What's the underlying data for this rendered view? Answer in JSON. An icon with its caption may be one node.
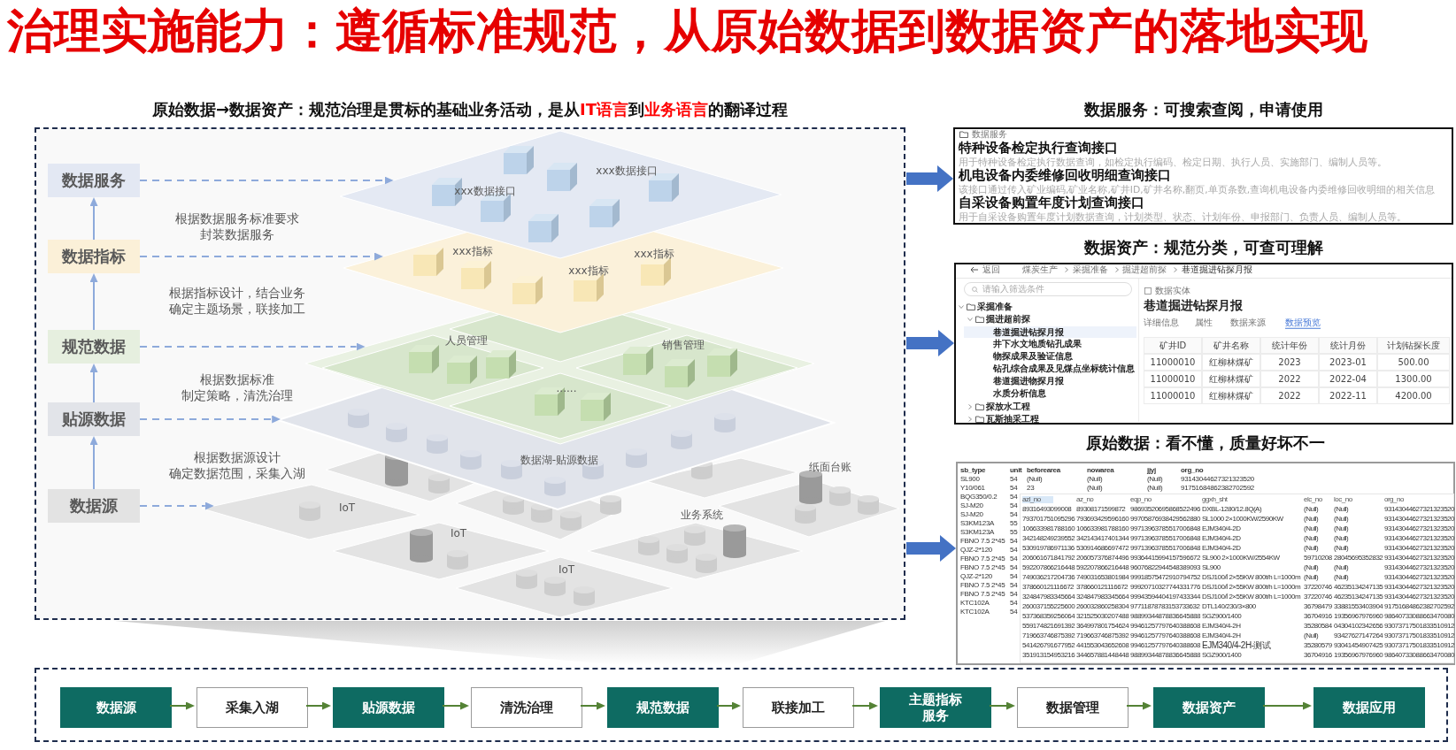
{
  "diagram": {
    "title": "治理实施能力：遵循标准规范，从原始数据到数据资产的落地实现",
    "nodes": [
      {
        "text": [
          "原始数据→数据资产：规范治理是贯标的基础业务活动，是从**IT语言**到**业务语言**的翻译过程"
        ]
      },
      {
        "text": [
          "数据服务"
        ],
        "in": 0
      },
      {
        "text": [
          "数据指标"
        ],
        "in": 0
      },
      {
        "text": [
          "规范数据"
        ],
        "in": 0
      },
      {
        "text": [
          "贴源数据"
        ],
        "in": 0
      },
      {
        "text": [
          "数据源"
        ],
        "in": 0
      },
      {
        "text": [
          "xxx数据接口",
          "xxx数据接口"
        ],
        "in": 0
      },
      {
        "text": [
          "xxx指标",
          "xxx指标",
          "xxx指标"
        ],
        "in": 0
      },
      {
        "text": [],
        "shape": "diamond",
        "in": 0
      },
      {
        "text": [],
        "shape": "diamond",
        "in": 8
      },
      {
        "text": [
          "人员管理"
        ],
        "in": 8
      },
      {
        "text": [
          "销售管理"
        ],
        "in": 8
      },
      {
        "text": [
          "......"
        ]
      },
      {
        "text": [
          "数据湖-贴源数据"
        ],
        "in": 0
      },
      {
        "text": [
          "IoT"
        ],
        "in": 0
      },
      {
        "text": [],
        "shape": "diamond",
        "in": 0
      },
      {
        "text": [],
        "shape": "diamond",
        "in": 0
      },
      {
        "text": [],
        "shape": "diamond",
        "in": 0
      },
      {
        "text": [
          "纸面台账"
        ],
        "in": 0
      },
      {
        "text": [
          "IoT"
        ],
        "in": 0
      },
      {
        "text": [
          "业务系统"
        ],
        "in": 0
      },
      {
        "text": [
          "IoT"
        ],
        "in": 0
      },
      {
        "text": [
          "数据服务：可搜索查阅，申请使用",
          "数据服务",
          "特种设备检定执行查询接口",
          "用于特种设备检定执行数据查询，如检定执行编码、检定日期、执行人员、实施部门、编制人员等。",
          "机电设备内委维修回收明细查询接口",
          "该接口通过传入矿业编码,矿业名称,矿井ID,矿井名称,翻页,单页条数,查询机电设备内委维修回收明细的相关信息",
          "自采设备购置年度计划查询接口",
          "用于自采设备购置年度计划数据查询，计划类型、状态、计划年份、申报部门、负责人员、编制人员等。"
        ]
      },
      {
        "text": [
          "数据资产：规范分类，可查可理解",
          "返回",
          "煤炭生产",
          "采掘准备",
          "掘进超前探",
          "巷道掘进钻探月报",
          "请输入筛选条件",
          "采掘准备",
          "掘进超前探",
          "巷道掘进钻探月报",
          "井下水文地质钻孔成果",
          "物探成果及验证信息",
          "钻孔综合成果及见煤点坐标统计信息",
          "巷道掘进物探月报",
          "水质分析信息",
          "探放水工程",
          "瓦斯抽采工程",
          "数据实体",
          "巷道掘进钻探月报",
          "详细信息",
          "属性",
          "数据来源",
          "数据预览",
          "矿井ID",
          "矿井名称",
          "统计年份",
          "统计月份",
          "计划钻探长度",
          "11000010",
          "红柳林煤矿",
          "2023",
          "2023-01",
          "500.00",
          "11000010",
          "红柳林煤矿",
          "2022",
          "2022-04",
          "1300.00",
          "11000010",
          "红柳林煤矿",
          "2022",
          "2022-11",
          "4200.00"
        ]
      },
      {
        "text": [
          "原始数据：看不懂，质量好坏不一",
          "sb_type",
          "unit",
          "beforearea",
          "nowarea",
          "jjyj",
          "org_no",
          "SL900",
          "54",
          "(Null)",
          "(Null)",
          "(Null)",
          "93143044627321323520",
          "Y10/061",
          "54",
          "23",
          "(Null)",
          "(Null)",
          "91751684862382702592",
          "BQG350/0.2",
          "54",
          "SJ-M20",
          "54",
          "SJ-M20",
          "54",
          "S3KM123A",
          "55",
          "S3KM123A",
          "55",
          "FBNO 7.5 2*45",
          "54",
          "QJZ-2*120",
          "54",
          "FBNO 7.5 2*45",
          "54",
          "FBNO 7.5 2*45",
          "54",
          "QJZ-2*120",
          "54",
          "FBNO 7.5 2*45",
          "54",
          "FBNO 7.5 2*45",
          "54",
          "KTC102A",
          "54",
          "KTC102A",
          "54",
          "azl_no",
          "az_no",
          "eqp_no",
          "ggxh_sht",
          "elc_no",
          "loc_no",
          "org_no",
          "89316493099008",
          "89308171599872",
          "98693520695868522496",
          "DXBL-1280/12.8Q(A)",
          "(Null)",
          "(Null)",
          "93143044627321323520",
          "793701751095296",
          "793693429596160",
          "99705876938429562880",
          "SL1000 2×1000KW/2590KW",
          "(Null)",
          "(Null)",
          "93143044627321323520",
          "106633981788160",
          "106633981788160",
          "99713963785517006848",
          "EJM340/4-2D",
          "(Null)",
          "(Null)",
          "93143044627321323520",
          "342148249239552",
          "342143417401344",
          "99713963785517006848",
          "EJM340/4-2D",
          "(Null)",
          "(Null)",
          "93143044627321323520",
          "530919786971136",
          "530914686697472",
          "99713963785517006848",
          "EJM340/4-2D",
          "(Null)",
          "(Null)",
          "93143044627321323520",
          "206061671841792",
          "206057376874496",
          "99364415994157596672",
          "SL900 2×1000KW/2554KW",
          "59710208",
          "28045695352832",
          "93143044627321323520",
          "592207866216448",
          "592207866216448",
          "96076822944548389093",
          "SL900",
          "(Null)",
          "(Null)",
          "93143044627321323520",
          "749036217204736",
          "749031653801984",
          "99918575472910794752",
          "DSJ100/Ⅰ 2×55KW 800t/h L=1000m",
          "(Null)",
          "(Null)",
          "93143044627321323520",
          "378660121116672",
          "378660121116672",
          "99920710327744331776",
          "DSJ100/Ⅰ 2×55KW 800t/h L=1000m",
          "37220746",
          "46235134247135",
          "93143044627321323520",
          "324847983345664",
          "324847983345664",
          "99943594404197433344",
          "DSJ100/Ⅰ 2×55KW 800t/h L=1000m",
          "37220746",
          "46235134247135",
          "93143044627321323520",
          "260037155225600",
          "260032860258304",
          "97711878783153733632",
          "DTL140/230/3×800",
          "36798479",
          "33881553403904",
          "91751684862382702592",
          "537368359256064",
          "321525030207488",
          "98899344878836645888",
          "SGZ900/1400",
          "36704916",
          "19356967976960",
          "98640733088663470080",
          "559174821691392",
          "364997801754624",
          "99461257797640388608",
          "EJM340/4-2H",
          "35280584",
          "04304102342656",
          "93073717501833510912",
          "719663746875392",
          "719663746875392",
          "99461257797640388608",
          "EJM340/4-2H",
          "(Null)",
          "93427627147264",
          "93073717501833510912",
          "541426791677952",
          "441553043652608",
          "99461257797640388608",
          "EJM340/4-2H-测试",
          "35280579",
          "93041454907425",
          "93073717501833510912",
          "351913154953216",
          "344657881448448",
          "98899344878836645888",
          "SGZ900/1400",
          "36704916",
          "19356967976960",
          "98640733088663470080"
        ]
      },
      {
        "text": [],
        "shape": "box"
      },
      {
        "text": [
          "数据源"
        ],
        "in": 25
      },
      {
        "text": [
          "采集入湖"
        ],
        "in": 25
      },
      {
        "text": [
          "贴源数据"
        ],
        "in": 25
      },
      {
        "text": [
          "清洗治理"
        ],
        "in": 25
      },
      {
        "text": [
          "规范数据"
        ],
        "in": 25
      },
      {
        "text": [
          "联接加工"
        ],
        "in": 25
      },
      {
        "text": [
          "主题指标服务"
        ],
        "in": 25
      },
      {
        "text": [
          "数据管理"
        ],
        "in": 25
      },
      {
        "text": [
          "数据资产"
        ],
        "in": 25
      },
      {
        "text": [
          "数据应用"
        ],
        "in": 25
      }
    ],
    "edges": [
      {
        "from": 5,
        "to": 4,
        "arrow": "to",
        "color": "#8eaadb"
      },
      {
        "from": 4,
        "to": 3,
        "arrow": "to",
        "color": "#8eaadb"
      },
      {
        "from": 3,
        "to": 2,
        "arrow": "to",
        "color": "#8eaadb"
      },
      {
        "from": 2,
        "to": 1,
        "arrow": "to",
        "color": "#8eaadb"
      },
      {
        "from": 1,
        "to": 6,
        "arrow": "to",
        "style": "dashed",
        "color": "#8eaadb"
      },
      {
        "from": 2,
        "to": 7,
        "arrow": "to",
        "style": "dashed",
        "color": "#8eaadb"
      },
      {
        "from": 3,
        "to": 8,
        "arrow": "to",
        "style": "dashed",
        "color": "#8eaadb"
      },
      {
        "from": 4,
        "to": 13,
        "arrow": "to",
        "style": "dashed",
        "color": "#8eaadb"
      },
      {
        "from": 5,
        "to": 14,
        "arrow": "to",
        "style": "dashed",
        "color": "#8eaadb"
      },
      {
        "from": 0,
        "to": 22,
        "arrow": "to",
        "style": "thick",
        "color": "#4472c4"
      },
      {
        "from": 0,
        "to": 23,
        "arrow": "to",
        "style": "thick",
        "color": "#4472c4"
      },
      {
        "from": 0,
        "to": 24,
        "arrow": "to",
        "style": "thick",
        "color": "#4472c4"
      },
      {
        "from": 26,
        "to": 27,
        "arrow": "to",
        "color": "#548235"
      },
      {
        "from": 27,
        "to": 28,
        "arrow": "to",
        "color": "#548235"
      },
      {
        "from": 28,
        "to": 29,
        "arrow": "to",
        "color": "#548235"
      },
      {
        "from": 29,
        "to": 30,
        "arrow": "to",
        "color": "#548235"
      },
      {
        "from": 30,
        "to": 31,
        "arrow": "to",
        "color": "#548235"
      },
      {
        "from": 31,
        "to": 32,
        "arrow": "to",
        "color": "#548235"
      },
      {
        "from": 32,
        "to": 33,
        "arrow": "to",
        "color": "#548235"
      },
      {
        "from": 33,
        "to": 34,
        "arrow": "to",
        "color": "#548235"
      },
      {
        "from": 34,
        "to": 35,
        "arrow": "to",
        "color": "#548235"
      }
    ],
    "labels": [
      "根据数据服务标准要求封装数据服务",
      "根据指标设计，结合业务确定主题场景，联接加工",
      "根据数据标准制定策略，清洗治理",
      "根据数据源设计确定数据范围，采集入湖"
    ]
  }
}
